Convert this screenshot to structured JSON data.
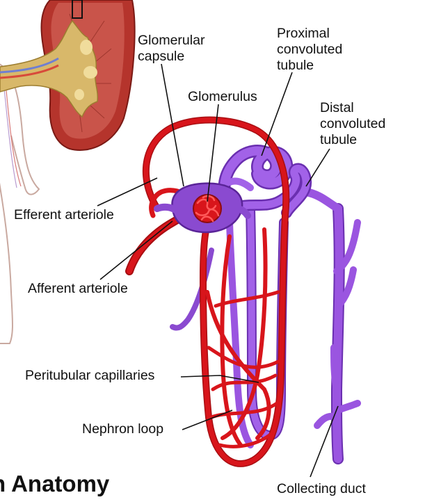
{
  "title": "n Anatomy",
  "labels": {
    "glomerular_capsule": [
      "Glomerular",
      "capsule"
    ],
    "proximal_tubule": [
      "Proximal",
      "convoluted",
      "tubule"
    ],
    "glomerulus": "Glomerulus",
    "distal_tubule": [
      "Distal",
      "convoluted",
      "tubule"
    ],
    "efferent_arteriole": "Efferent arteriole",
    "afferent_arteriole": "Afferent arteriole",
    "peritubular_capillaries": "Peritubular capillaries",
    "nephron_loop": "Nephron loop",
    "collecting_duct": "Collecting duct"
  },
  "colors": {
    "vessel": "#d8151b",
    "vessel_dark": "#a80e12",
    "tubule": "#9a55e0",
    "tubule_dark": "#6a2fb0",
    "kidney_cortex": "#b5342c",
    "kidney_pelvis": "#d8b86a"
  }
}
